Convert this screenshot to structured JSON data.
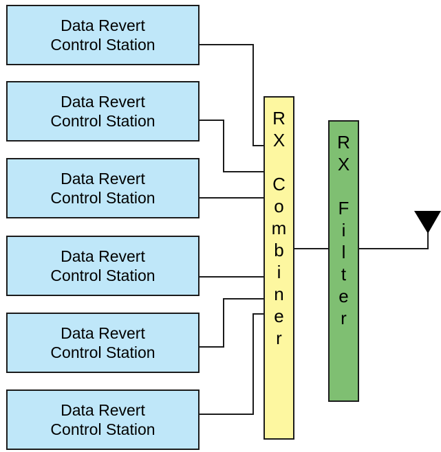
{
  "stations": [
    {
      "line1": "Data Revert",
      "line2": "Control Station"
    },
    {
      "line1": "Data Revert",
      "line2": "Control Station"
    },
    {
      "line1": "Data Revert",
      "line2": "Control Station"
    },
    {
      "line1": "Data Revert",
      "line2": "Control Station"
    },
    {
      "line1": "Data Revert",
      "line2": "Control Station"
    },
    {
      "line1": "Data Revert",
      "line2": "Control Station"
    }
  ],
  "combiner": {
    "label": "RX Combiner",
    "color": "#fdf7a0"
  },
  "filter": {
    "label": "RX Filter",
    "color": "#7fbf72"
  },
  "station_color": "#bfe7f9",
  "antenna_icon": "antenna-icon"
}
